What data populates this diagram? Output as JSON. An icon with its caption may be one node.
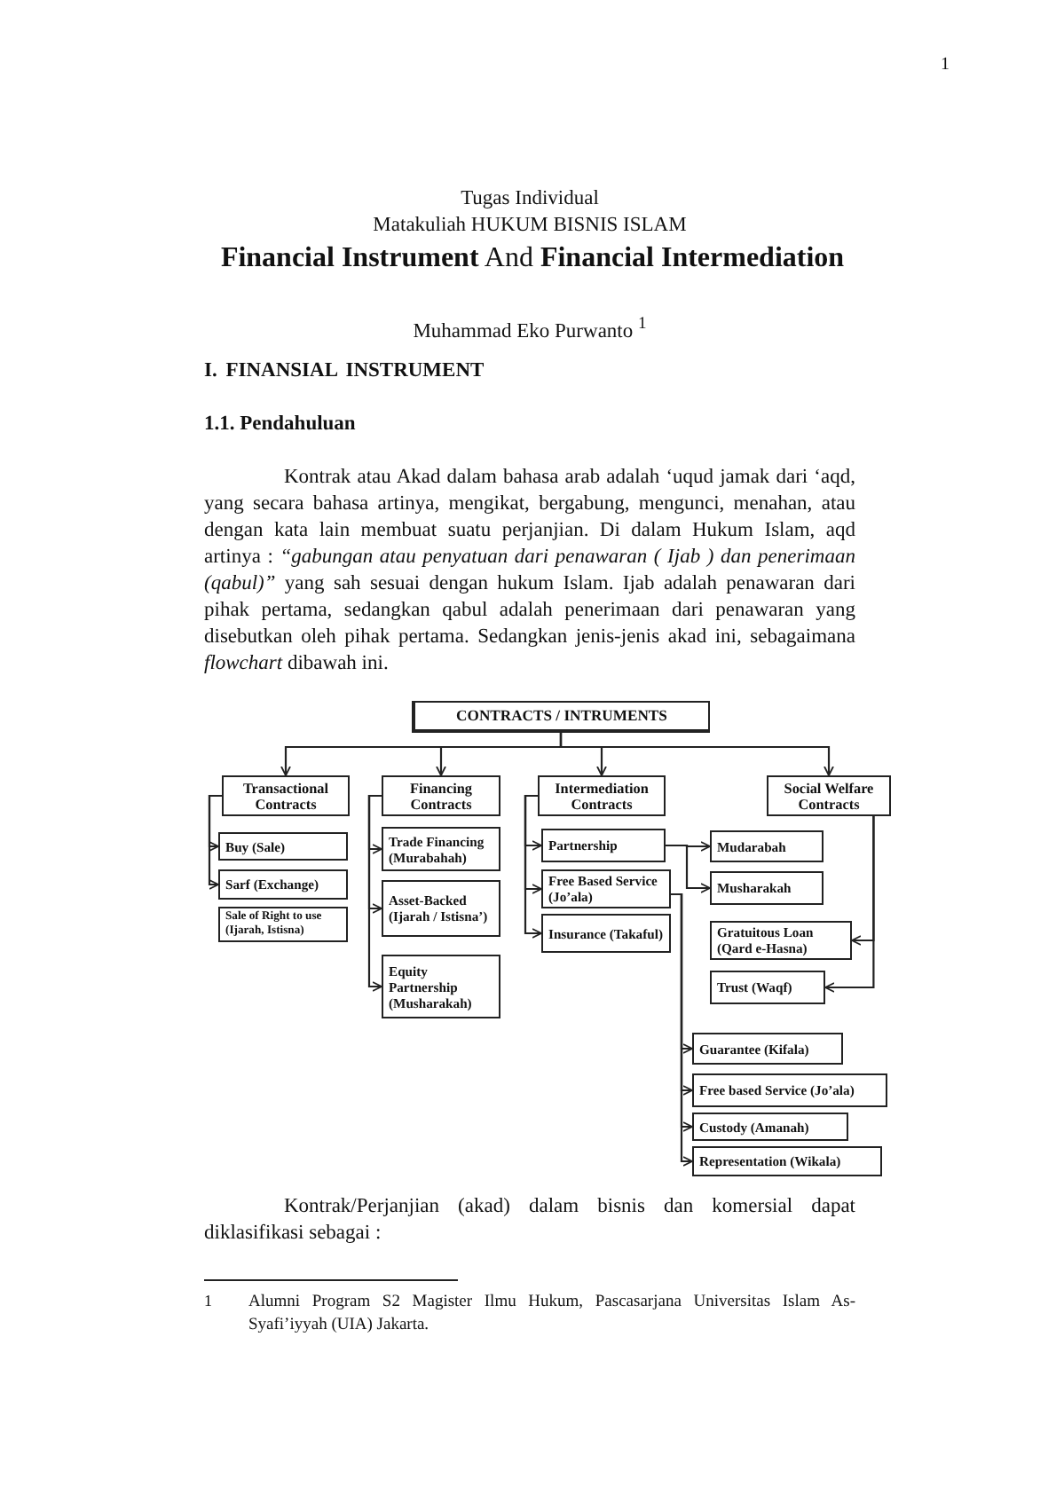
{
  "diagram": {
    "title": "**Financial Instrument** And **Financial Intermediation**",
    "nodes": [
      {
        "text": [
          "CONTRACTS / INTRUMENTS"
        ]
      },
      {
        "text": [
          "Transactional Contracts"
        ]
      },
      {
        "text": [
          "Financing Contracts"
        ]
      },
      {
        "text": [
          "Intermediation Contracts"
        ]
      },
      {
        "text": [
          "Social Welfare Contracts"
        ]
      },
      {
        "text": [
          "Buy (Sale)"
        ]
      },
      {
        "text": [
          "Sarf (Exchange)"
        ]
      },
      {
        "text": [
          "Sale of Right to use (Ijarah, Istisna)"
        ]
      },
      {
        "text": [
          "Trade Financing (Murabahah)"
        ]
      },
      {
        "text": [
          "Asset-Backed (Ijarah / Istisna’)"
        ]
      },
      {
        "text": [
          "Equity Partnership (Musharakah)"
        ]
      },
      {
        "text": [
          "Partnership"
        ]
      },
      {
        "text": [
          "Free Based Service (Jo’ala)"
        ]
      },
      {
        "text": [
          "Insurance (Takaful)"
        ]
      },
      {
        "text": [
          "Mudarabah"
        ]
      },
      {
        "text": [
          "Musharakah"
        ]
      },
      {
        "text": [
          "Gratuitous Loan (Qard e-Hasna)"
        ]
      },
      {
        "text": [
          "Trust (Waqf)"
        ]
      },
      {
        "text": [
          "Guarantee (Kifala)"
        ]
      },
      {
        "text": [
          "Free based Service (Jo’ala)"
        ]
      },
      {
        "text": [
          "Custody (Amanah)"
        ]
      },
      {
        "text": [
          "Representation (Wikala)"
        ]
      }
    ],
    "edges": [
      {
        "from": 0,
        "to": 1,
        "arrow": "to"
      },
      {
        "from": 0,
        "to": 2,
        "arrow": "to"
      },
      {
        "from": 0,
        "to": 3,
        "arrow": "to"
      },
      {
        "from": 0,
        "to": 4,
        "arrow": "to"
      },
      {
        "from": 1,
        "to": 5,
        "arrow": "to"
      },
      {
        "from": 1,
        "to": 6,
        "arrow": "to"
      },
      {
        "from": 2,
        "to": 8,
        "arrow": "to"
      },
      {
        "from": 2,
        "to": 9,
        "arrow": "to"
      },
      {
        "from": 2,
        "to": 10,
        "arrow": "to"
      },
      {
        "from": 3,
        "to": 11,
        "arrow": "to"
      },
      {
        "from": 3,
        "to": 12,
        "arrow": "to"
      },
      {
        "from": 3,
        "to": 13,
        "arrow": "to"
      },
      {
        "from": 11,
        "to": 14,
        "arrow": "to"
      },
      {
        "from": 11,
        "to": 15,
        "arrow": "to"
      },
      {
        "from": 4,
        "to": 16,
        "arrow": "to"
      },
      {
        "from": 4,
        "to": 17,
        "arrow": "to"
      },
      {
        "from": 12,
        "to": 18,
        "arrow": "to"
      },
      {
        "from": 12,
        "to": 19,
        "arrow": "to"
      },
      {
        "from": 12,
        "to": 20,
        "arrow": "to"
      },
      {
        "from": 12,
        "to": 21,
        "arrow": "to"
      }
    ],
    "labels": [
      "1",
      "Tugas Individual",
      "Matakuliah HUKUM BISNIS ISLAM",
      "Muhammad Eko Purwanto $^{1}$",
      "I. FINANSIAL INSTRUMENT",
      "1.1. Pendahuluan",
      "Kontrak atau Akad dalam bahasa arab adalah ‘uqud jamak dari ‘aqd, yang secara bahasa artinya, mengikat, bergabung, mengunci, menahan, atau dengan kata lain membuat suatu perjanjian. Di dalam Hukum Islam, aqd artinya : *“gabungan atau penyatuan dari penawaran ( Ijab ) dan penerimaan (qabul)”* yang sah sesuai dengan hukum Islam. Ijab adalah penawaran dari pihak pertama, sedangkan qabul adalah penerimaan dari penawaran yang disebutkan oleh pihak pertama. Sedangkan jenis-jenis akad ini, sebagaimana *flowchart* dibawah ini.",
      "Kontrak/Perjanjian (akad) dalam bisnis dan komersial dapat diklasifikasi sebagai :",
      "1",
      "Alumni Program S2 Magister Ilmu Hukum, Pascasarjana Universitas Islam As-Syafi’iyyah (UIA) Jakarta."
    ]
  }
}
